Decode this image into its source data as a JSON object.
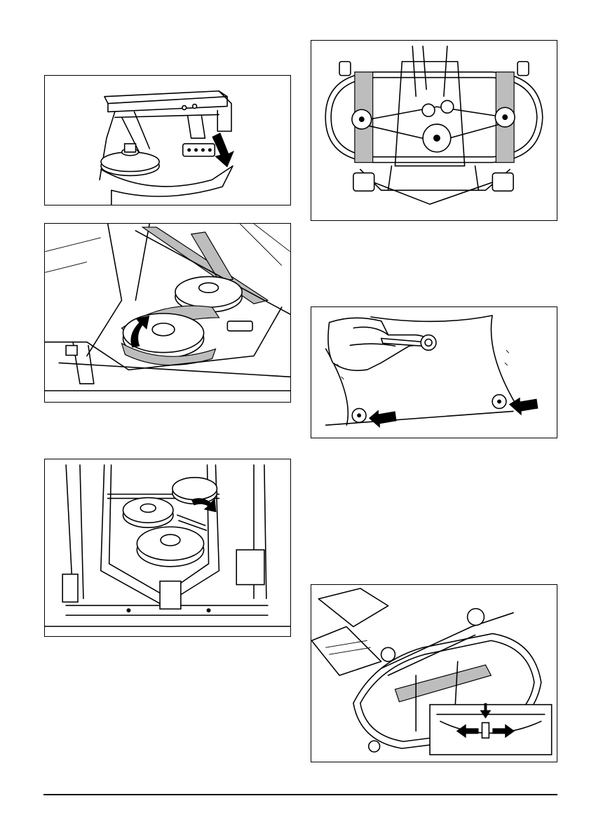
{
  "page": {
    "background": "#ffffff",
    "line_color": "#000000",
    "belt_color": "#bdbdbd"
  },
  "figures": [
    {
      "icon": "belt-tensioner-handle-illustration"
    },
    {
      "icon": "engine-pulley-belt-illustration"
    },
    {
      "icon": "deck-tension-spring-illustration"
    },
    {
      "icon": "cutting-deck-underside-illustration"
    },
    {
      "icon": "wrench-deck-bolts-illustration"
    },
    {
      "icon": "deck-lifted-blades-illustration"
    }
  ]
}
